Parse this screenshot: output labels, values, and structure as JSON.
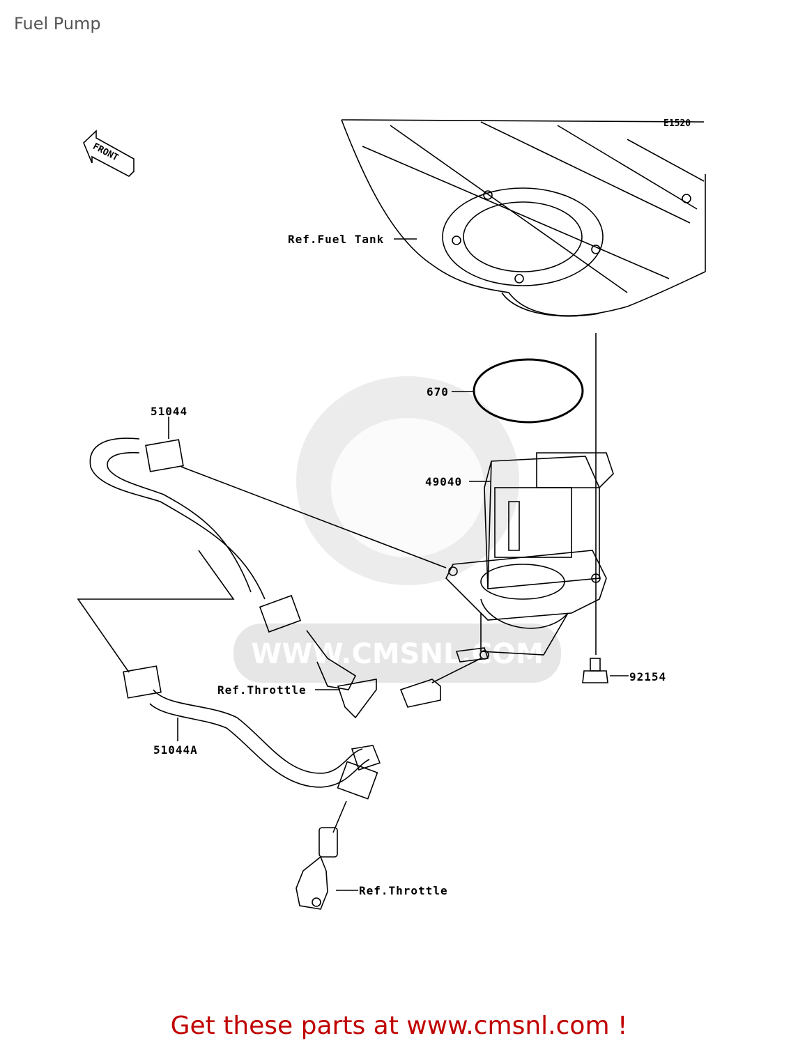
{
  "page": {
    "title": "Fuel Pump"
  },
  "diagram": {
    "code": "E1520",
    "front_label": "FRONT",
    "watermark_url": "WWW.CMSNL.COM",
    "labels": {
      "fuel_tank": "Ref.Fuel Tank",
      "gasket": "670",
      "pump": "49040",
      "hose": "51044",
      "hose_a": "51044A",
      "bolt": "92154",
      "throttle_1": "Ref.Throttle",
      "throttle_2": "Ref.Throttle"
    }
  },
  "footer": {
    "text": "Get these parts at www.cmsnl.com !"
  }
}
